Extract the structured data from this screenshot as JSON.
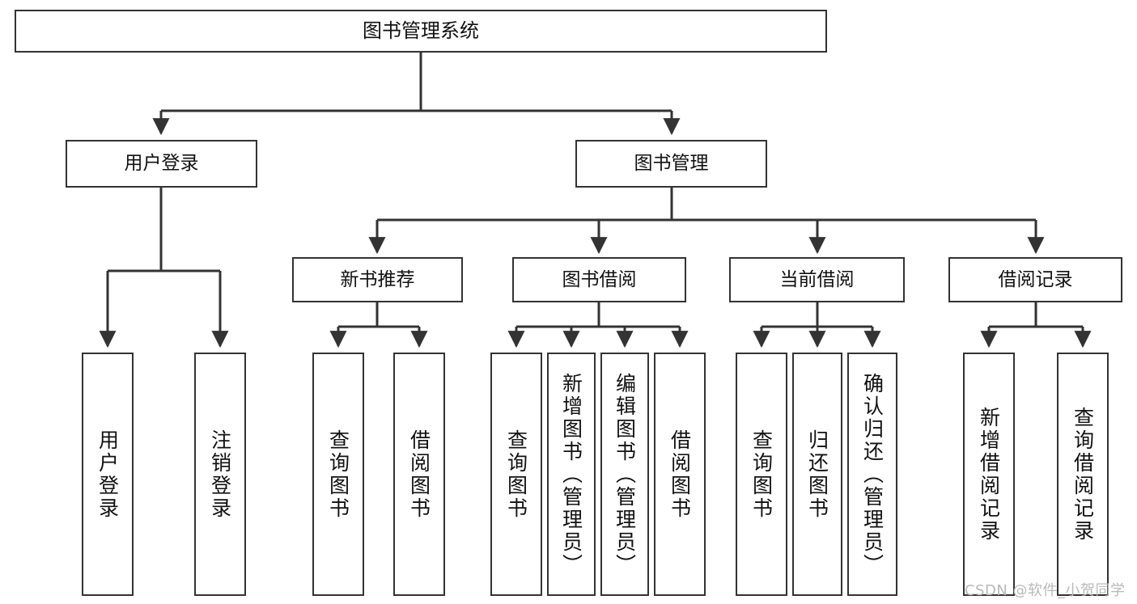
{
  "diagram": {
    "type": "tree",
    "orientation": "top-down",
    "title": "图书管理系统",
    "colors": {
      "stroke": "#333333",
      "fill": "#ffffff",
      "text": "#111111",
      "watermark": "#b9b9b9"
    },
    "nodes": {
      "root": {
        "id": "root",
        "label": "图书管理系统",
        "level": 0
      },
      "l1": [
        {
          "id": "user-login",
          "label": "用户登录",
          "level": 1
        },
        {
          "id": "book-manage",
          "label": "图书管理",
          "level": 1
        }
      ],
      "l2": [
        {
          "id": "new-book-recommend",
          "label": "新书推荐",
          "level": 2,
          "parent": "book-manage"
        },
        {
          "id": "book-borrow",
          "label": "图书借阅",
          "level": 2,
          "parent": "book-manage"
        },
        {
          "id": "current-borrow",
          "label": "当前借阅",
          "level": 2,
          "parent": "book-manage"
        },
        {
          "id": "borrow-record",
          "label": "借阅记录",
          "level": 2,
          "parent": "book-manage"
        }
      ],
      "leaves": [
        {
          "id": "leaf-user-login",
          "label": "用户登录",
          "parent": "user-login"
        },
        {
          "id": "leaf-logout-login",
          "label": "注销登录",
          "parent": "user-login"
        },
        {
          "id": "leaf-query-book-1",
          "label": "查询图书",
          "parent": "new-book-recommend"
        },
        {
          "id": "leaf-borrow-book-1",
          "label": "借阅图书",
          "parent": "new-book-recommend"
        },
        {
          "id": "leaf-query-book-2",
          "label": "查询图书",
          "parent": "book-borrow"
        },
        {
          "id": "leaf-add-book",
          "label": "新增图书（管理员）",
          "parent": "book-borrow"
        },
        {
          "id": "leaf-edit-book",
          "label": "编辑图书（管理员）",
          "parent": "book-borrow"
        },
        {
          "id": "leaf-borrow-book-2",
          "label": "借阅图书",
          "parent": "book-borrow"
        },
        {
          "id": "leaf-query-book-3",
          "label": "查询图书",
          "parent": "current-borrow"
        },
        {
          "id": "leaf-return-book",
          "label": "归还图书",
          "parent": "current-borrow"
        },
        {
          "id": "leaf-confirm-return",
          "label": "确认归还（管理员）",
          "parent": "current-borrow"
        },
        {
          "id": "leaf-add-record",
          "label": "新增借阅记录",
          "parent": "borrow-record"
        },
        {
          "id": "leaf-query-record",
          "label": "查询借阅记录",
          "parent": "borrow-record"
        }
      ]
    }
  },
  "watermark": {
    "text": "CSDN @软件_小贺同学"
  }
}
